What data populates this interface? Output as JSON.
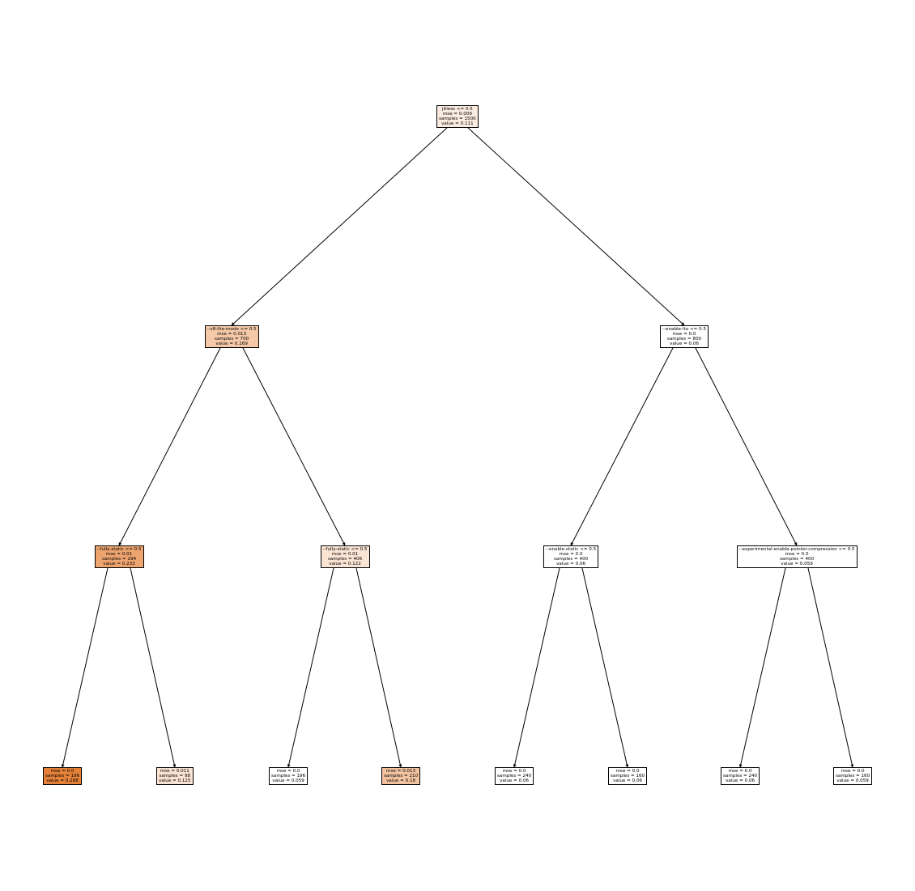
{
  "tree": {
    "nodes": [
      {
        "id": "n0",
        "lines": [
          "jitless <= 0.5",
          "mse = 0.009",
          "samples = 1500",
          "value = 0.111"
        ],
        "fill": "#fbebe0"
      },
      {
        "id": "n1",
        "lines": [
          "--v8-lite-mode <= 0.5",
          "mse = 0.013",
          "samples = 700",
          "value = 0.169"
        ],
        "fill": "#f5c9a8"
      },
      {
        "id": "n2",
        "lines": [
          "--enable-lto <= 0.5",
          "mse = 0.0",
          "samples = 800",
          "value = 0.06"
        ],
        "fill": "#ffffff"
      },
      {
        "id": "n3",
        "lines": [
          "--fully-static <= 0.5",
          "mse = 0.01",
          "samples = 294",
          "value = 0.233"
        ],
        "fill": "#eda46f"
      },
      {
        "id": "n4",
        "lines": [
          "--fully-static <= 0.5",
          "mse = 0.01",
          "samples = 406",
          "value = 0.122"
        ],
        "fill": "#fae5d5"
      },
      {
        "id": "n5",
        "lines": [
          "--enable-static <= 0.5",
          "mse = 0.0",
          "samples = 400",
          "value = 0.06"
        ],
        "fill": "#ffffff"
      },
      {
        "id": "n6",
        "lines": [
          "--experimental-enable-pointer-compression <= 0.5",
          "mse = 0.0",
          "samples = 400",
          "value = 0.059"
        ],
        "fill": "#ffffff"
      },
      {
        "id": "n7",
        "lines": [
          "mse = 0.0",
          "samples = 196",
          "value = 0.288"
        ],
        "fill": "#e58139"
      },
      {
        "id": "n8",
        "lines": [
          "mse = 0.011",
          "samples = 98",
          "value = 0.125"
        ],
        "fill": "#fae3d3"
      },
      {
        "id": "n9",
        "lines": [
          "mse = 0.0",
          "samples = 196",
          "value = 0.059"
        ],
        "fill": "#ffffff"
      },
      {
        "id": "n10",
        "lines": [
          "mse = 0.013",
          "samples = 210",
          "value = 0.18"
        ],
        "fill": "#f3c3a0"
      },
      {
        "id": "n11",
        "lines": [
          "mse = 0.0",
          "samples = 240",
          "value = 0.06"
        ],
        "fill": "#ffffff"
      },
      {
        "id": "n12",
        "lines": [
          "mse = 0.0",
          "samples = 160",
          "value = 0.06"
        ],
        "fill": "#ffffff"
      },
      {
        "id": "n13",
        "lines": [
          "mse = 0.0",
          "samples = 240",
          "value = 0.06"
        ],
        "fill": "#ffffff"
      },
      {
        "id": "n14",
        "lines": [
          "mse = 0.0",
          "samples = 160",
          "value = 0.059"
        ],
        "fill": "#ffffff"
      }
    ],
    "edges": [
      [
        "n0",
        "n1"
      ],
      [
        "n0",
        "n2"
      ],
      [
        "n1",
        "n3"
      ],
      [
        "n1",
        "n4"
      ],
      [
        "n2",
        "n5"
      ],
      [
        "n2",
        "n6"
      ],
      [
        "n3",
        "n7"
      ],
      [
        "n3",
        "n8"
      ],
      [
        "n4",
        "n9"
      ],
      [
        "n4",
        "n10"
      ],
      [
        "n5",
        "n11"
      ],
      [
        "n5",
        "n12"
      ],
      [
        "n6",
        "n13"
      ],
      [
        "n6",
        "n14"
      ]
    ]
  }
}
